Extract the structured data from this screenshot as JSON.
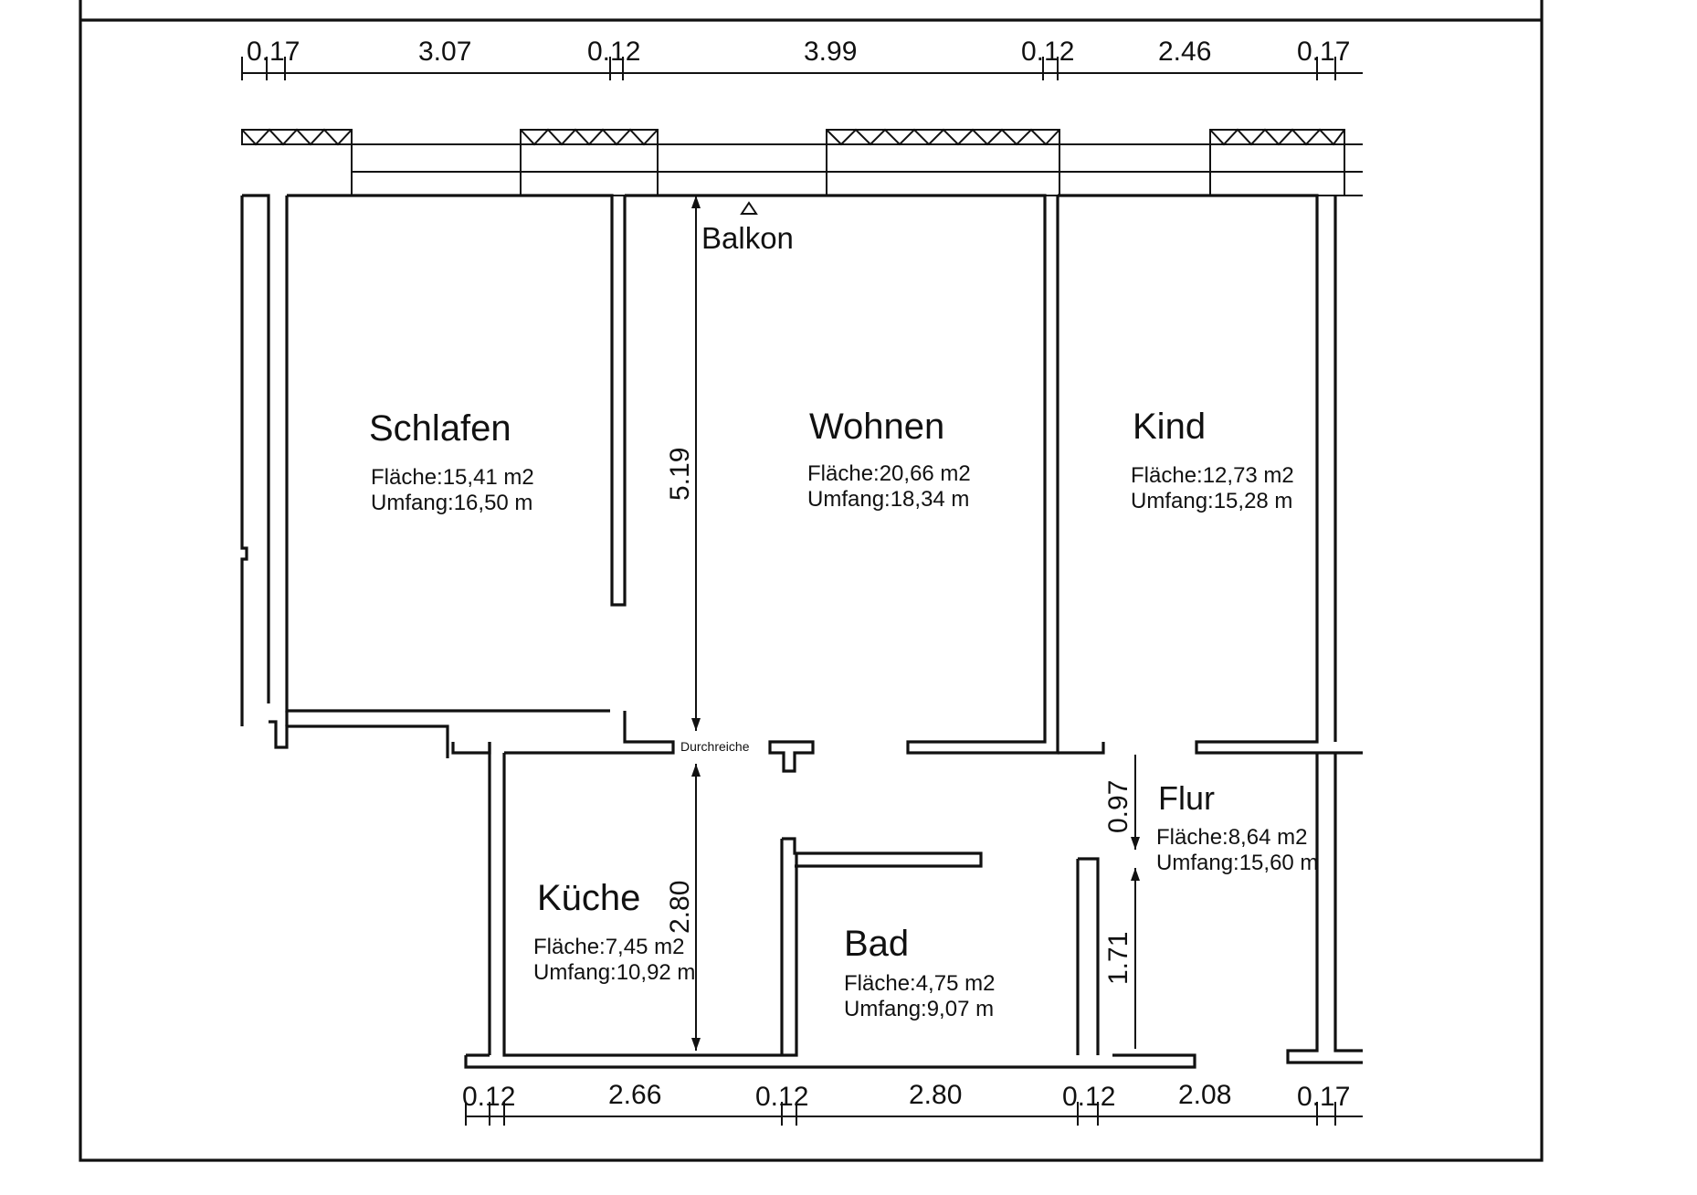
{
  "rooms": {
    "schlafen": {
      "name": "Schlafen",
      "area": "Fläche:15,41  m2",
      "perimeter": "Umfang:16,50 m"
    },
    "wohnen": {
      "name": "Wohnen",
      "area": "Fläche:20,66 m2",
      "perimeter": "Umfang:18,34 m"
    },
    "kind": {
      "name": "Kind",
      "area": "Fläche:12,73  m2",
      "perimeter": "Umfang:15,28 m"
    },
    "flur": {
      "name": "Flur",
      "area": "Fläche:8,64  m2",
      "perimeter": "Umfang:15,60 m"
    },
    "kueche": {
      "name": "Küche",
      "area": "Fläche:7,45  m2",
      "perimeter": "Umfang:10,92 m"
    },
    "bad": {
      "name": "Bad",
      "area": "Fläche:4,75  m2",
      "perimeter": "Umfang:9,07 m"
    }
  },
  "labels": {
    "balkon": "Balkon",
    "durchreiche": "Durchreiche"
  },
  "dimensions": {
    "top": [
      "0.17",
      "3.07",
      "0.12",
      "3.99",
      "0.12",
      "2.46",
      "0.17"
    ],
    "bottom": [
      "0.12",
      "2.66",
      "0.12",
      "2.80",
      "0.12",
      "2.08",
      "0.17"
    ],
    "vertical": {
      "wohnen_depth": "5.19",
      "kueche_depth": "2.80",
      "flur_opening": "0.97",
      "flur_lower": "1.71"
    }
  }
}
